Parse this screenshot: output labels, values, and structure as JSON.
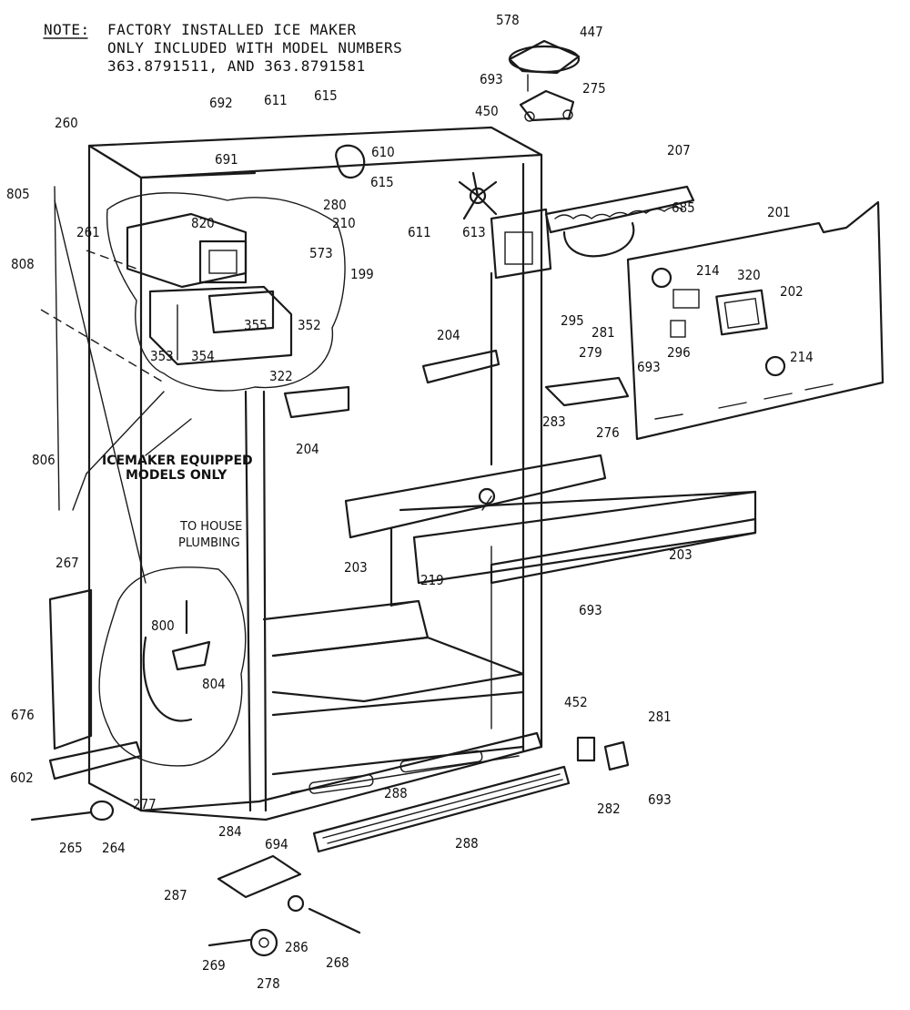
{
  "note": {
    "prefix": "NOTE:",
    "line1": "FACTORY INSTALLED ICE MAKER",
    "line2": "ONLY INCLUDED WITH MODEL NUMBERS",
    "line3": "363.8791511, AND 363.8791581"
  },
  "labels": {
    "icemaker_line1": "ICEMAKER EQUIPPED",
    "icemaker_line2": "MODELS ONLY",
    "plumbing_line1": "TO HOUSE",
    "plumbing_line2": "PLUMBING"
  },
  "callouts": [
    {
      "id": "c578",
      "text": "578"
    },
    {
      "id": "c447",
      "text": "447"
    },
    {
      "id": "c693a",
      "text": "693"
    },
    {
      "id": "c275",
      "text": "275"
    },
    {
      "id": "c450",
      "text": "450"
    },
    {
      "id": "c692",
      "text": "692"
    },
    {
      "id": "c611a",
      "text": "611"
    },
    {
      "id": "c615a",
      "text": "615"
    },
    {
      "id": "c260",
      "text": "260"
    },
    {
      "id": "c610",
      "text": "610"
    },
    {
      "id": "c691",
      "text": "691"
    },
    {
      "id": "c615b",
      "text": "615"
    },
    {
      "id": "c207",
      "text": "207"
    },
    {
      "id": "c805",
      "text": "805"
    },
    {
      "id": "c280",
      "text": "280"
    },
    {
      "id": "c261",
      "text": "261"
    },
    {
      "id": "c210",
      "text": "210"
    },
    {
      "id": "c611b",
      "text": "611"
    },
    {
      "id": "c613",
      "text": "613"
    },
    {
      "id": "c685",
      "text": "685"
    },
    {
      "id": "c201",
      "text": "201"
    },
    {
      "id": "c820",
      "text": "820"
    },
    {
      "id": "c573",
      "text": "573"
    },
    {
      "id": "c199",
      "text": "199"
    },
    {
      "id": "c808",
      "text": "808"
    },
    {
      "id": "c214a",
      "text": "214"
    },
    {
      "id": "c320",
      "text": "320"
    },
    {
      "id": "c202",
      "text": "202"
    },
    {
      "id": "c295",
      "text": "295"
    },
    {
      "id": "c355",
      "text": "355"
    },
    {
      "id": "c352",
      "text": "352"
    },
    {
      "id": "c281a",
      "text": "281"
    },
    {
      "id": "c296",
      "text": "296"
    },
    {
      "id": "c354",
      "text": "354"
    },
    {
      "id": "c353",
      "text": "353"
    },
    {
      "id": "c204a",
      "text": "204"
    },
    {
      "id": "c279",
      "text": "279"
    },
    {
      "id": "c693b",
      "text": "693"
    },
    {
      "id": "c214b",
      "text": "214"
    },
    {
      "id": "c322",
      "text": "322"
    },
    {
      "id": "c283",
      "text": "283"
    },
    {
      "id": "c276",
      "text": "276"
    },
    {
      "id": "c204b",
      "text": "204"
    },
    {
      "id": "c806",
      "text": "806"
    },
    {
      "id": "c203a",
      "text": "203"
    },
    {
      "id": "c219",
      "text": "219"
    },
    {
      "id": "c203b",
      "text": "203"
    },
    {
      "id": "c267",
      "text": "267"
    },
    {
      "id": "c693c",
      "text": "693"
    },
    {
      "id": "c800",
      "text": "800"
    },
    {
      "id": "c804",
      "text": "804"
    },
    {
      "id": "c676",
      "text": "676"
    },
    {
      "id": "c452",
      "text": "452"
    },
    {
      "id": "c281b",
      "text": "281"
    },
    {
      "id": "c602",
      "text": "602"
    },
    {
      "id": "c277",
      "text": "277"
    },
    {
      "id": "c288a",
      "text": "288"
    },
    {
      "id": "c282",
      "text": "282"
    },
    {
      "id": "c693d",
      "text": "693"
    },
    {
      "id": "c284",
      "text": "284"
    },
    {
      "id": "c694",
      "text": "694"
    },
    {
      "id": "c265",
      "text": "265"
    },
    {
      "id": "c264",
      "text": "264"
    },
    {
      "id": "c288b",
      "text": "288"
    },
    {
      "id": "c287",
      "text": "287"
    },
    {
      "id": "c286",
      "text": "286"
    },
    {
      "id": "c268",
      "text": "268"
    },
    {
      "id": "c269",
      "text": "269"
    },
    {
      "id": "c278",
      "text": "278"
    }
  ]
}
